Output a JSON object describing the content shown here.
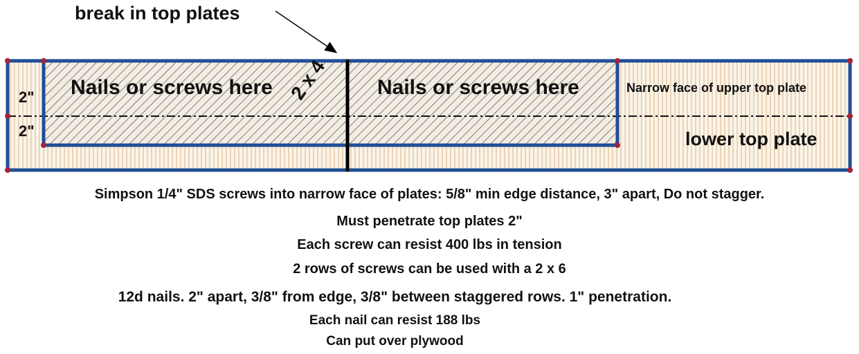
{
  "callout": {
    "text": "break in top plates"
  },
  "plate_labels": {
    "dim_upper": "2\"",
    "dim_lower": "2\"",
    "nails_left": "Nails or screws here",
    "nails_right": "Nails or screws here",
    "lumber_size": "2 x 4",
    "upper_face": "Narrow face of upper top plate",
    "lower_plate": "lower top plate"
  },
  "notes": [
    "Simpson 1/4\" SDS screws into narrow face of plates: 5/8\" min edge distance, 3\" apart,  Do not stagger.",
    "Must penetrate top plates 2\"",
    "Each screw can resist 400 lbs in tension",
    "2 rows of screws can be used with a 2 x 6",
    "12d nails.  2\" apart, 3/8\" from edge, 3/8\" between staggered rows. 1\" penetration.",
    "Each nail can resist 188 lbs",
    "Can put over plywood"
  ],
  "colors": {
    "plate_border": "#1f4e96",
    "wood_grain": "#d8b48a",
    "wood_fill": "#fbf4e8",
    "corner_dot": "#a3243b",
    "hatch": "#333333",
    "text": "#111111"
  }
}
